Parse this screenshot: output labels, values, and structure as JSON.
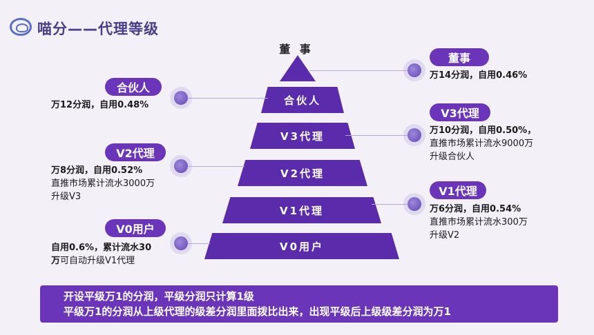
{
  "header": {
    "title": "喵分——代理等级",
    "logo_icon": "cat-logo-icon"
  },
  "pyramid": {
    "top_label": "董 事",
    "tiers": [
      "合伙人",
      "V3代理",
      "V2代理",
      "V1代理",
      "V0用户"
    ]
  },
  "levels": {
    "director": {
      "badge": "董事",
      "line1": "万14分润，自用0.46%"
    },
    "partner": {
      "badge": "合伙人",
      "line1": "万12分润，自用0.48%"
    },
    "v3": {
      "badge": "V3代理",
      "line1": "万10分润，自用0.50%，",
      "line2": "直推市场累计流水9000万",
      "line3": "升级合伙人"
    },
    "v2": {
      "badge": "V2代理",
      "line1": "万8分润，自用0.52%",
      "line2": "直推市场累计流水3000万",
      "line3": "升级V3"
    },
    "v1": {
      "badge": "V1代理",
      "line1": "万6分润，自用0.54%",
      "line2": "直推市场累计流水300万",
      "line3": "升级V2"
    },
    "v0": {
      "badge": "V0用户",
      "line1": "自用0.6%，累计流水30",
      "line2_bold": "万",
      "line2_rest": "可自动升级V1代理"
    }
  },
  "banner": {
    "line1": "开设平级万1的分润，平级分润只计算1级",
    "line2": "平级万1的分润从上级代理的级差分润里面拨比出来，出现平级后上级级差分润为万1"
  },
  "colors": {
    "primary": "#5a2bab",
    "accent": "#6a35b8",
    "background": "#f3f0f8"
  }
}
